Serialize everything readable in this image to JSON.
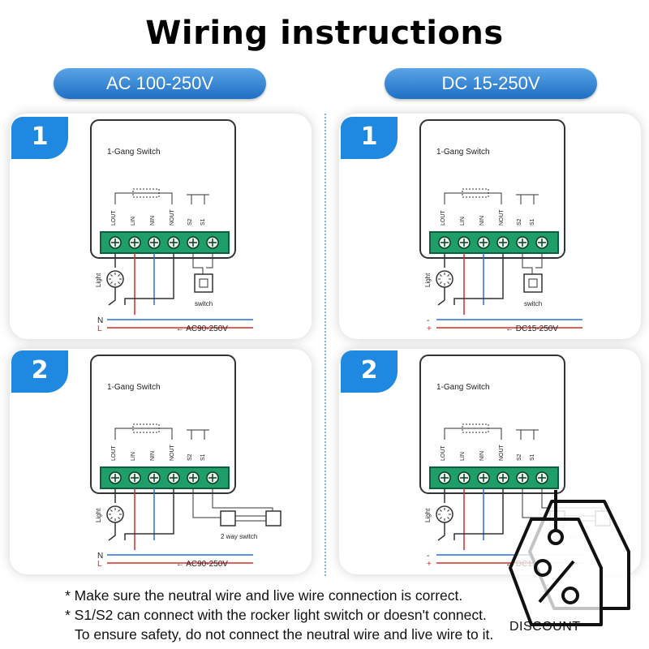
{
  "title": "Wiring instructions",
  "columns": [
    {
      "header": "AC 100-250V"
    },
    {
      "header": "DC 15-250V"
    }
  ],
  "panels": [
    {
      "step": "1",
      "device": "1-Gang Switch",
      "wire_labels": [
        "N",
        "L"
      ],
      "supply": "AC90-250V",
      "switch_label": "switch"
    },
    {
      "step": "1",
      "device": "1-Gang Switch",
      "wire_labels": [
        "-",
        "+"
      ],
      "supply": "DC15-250V",
      "switch_label": "switch"
    },
    {
      "step": "2",
      "device": "1-Gang Switch",
      "wire_labels": [
        "N",
        "L"
      ],
      "supply": "AC90-250V",
      "switch_label": "2 way switch"
    },
    {
      "step": "2",
      "device": "1-Gang Switch",
      "wire_labels": [
        "-",
        "+"
      ],
      "supply": "DC15-250V",
      "switch_label": "2 way switch"
    }
  ],
  "terminal_labels": [
    "LOUT",
    "LIN",
    "NIN",
    "NOUT",
    "S2",
    "S1"
  ],
  "light_label": "Light",
  "notes": [
    "* Make sure the neutral wire and live wire connection is correct.",
    "* S1/S2 can connect with the rocker light switch or doesn't connect.",
    "To ensure safety, do not connect the neutral wire and live wire to it."
  ],
  "watermark": {
    "label": "DISCOUNT",
    "icon": "discount-tag-icon"
  },
  "colors": {
    "pill": "#1f6fc4",
    "badge": "#1f88e0",
    "terminal": "#1f9e6a",
    "neutral_wire": "#2a6fd6",
    "live_wire": "#d62a2a"
  }
}
